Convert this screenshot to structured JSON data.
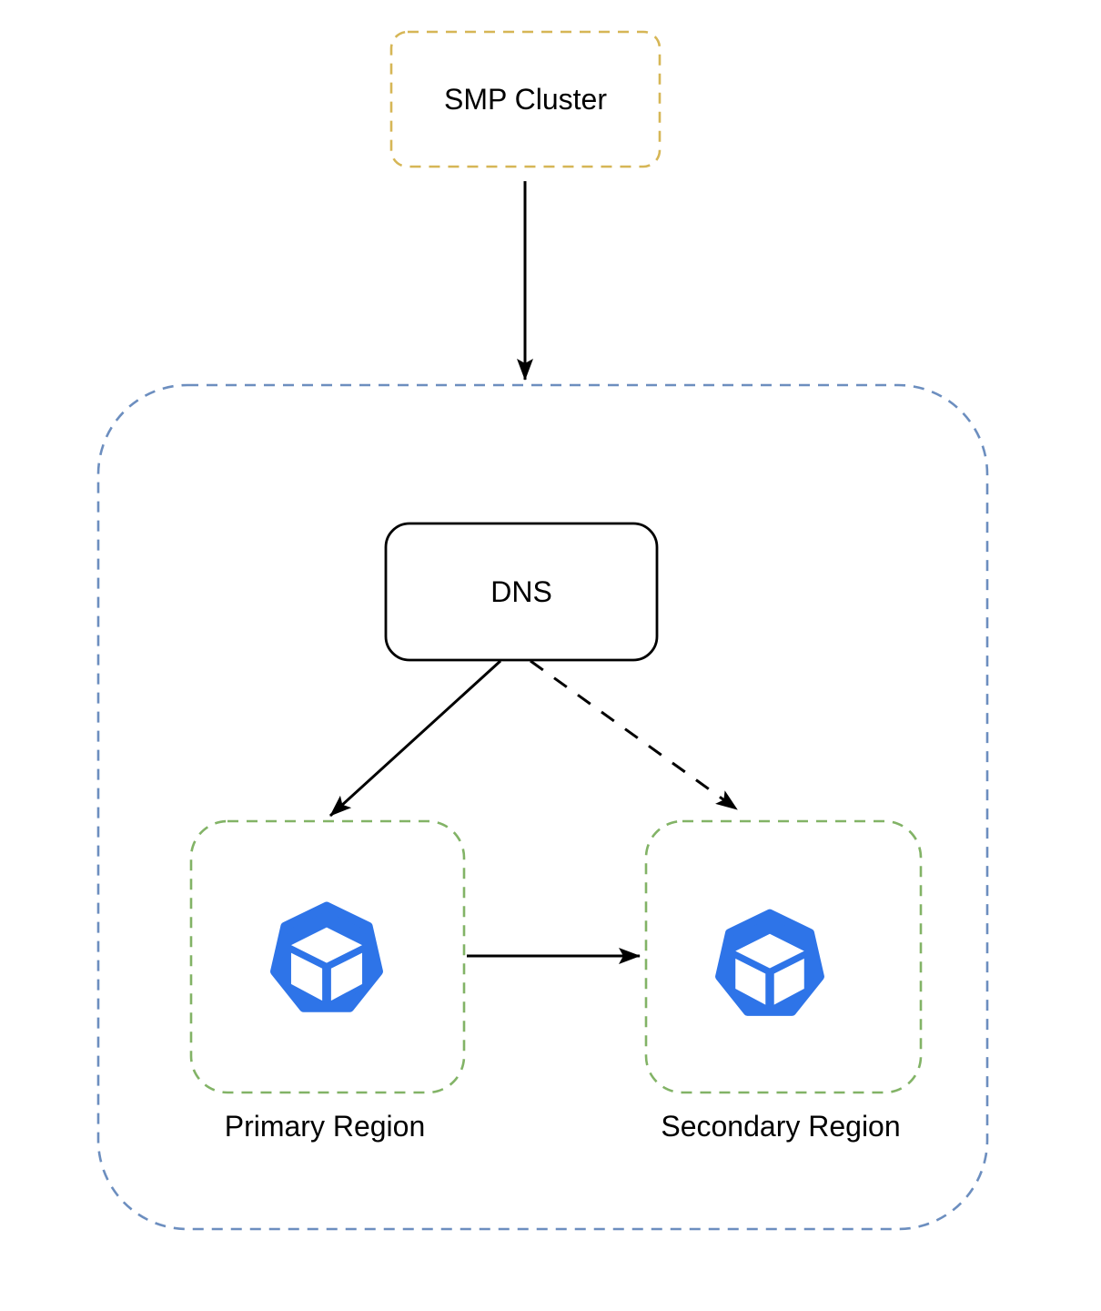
{
  "diagram": {
    "nodes": {
      "smp_cluster": {
        "label": "SMP Cluster"
      },
      "dns": {
        "label": "DNS"
      },
      "regions_container": {
        "label": ""
      },
      "primary_region": {
        "label": "Primary Region",
        "icon": "kubernetes-node-icon"
      },
      "secondary_region": {
        "label": "Secondary Region",
        "icon": "kubernetes-node-icon"
      }
    },
    "edges": [
      {
        "from": "smp_cluster",
        "to": "regions_container",
        "style": "solid",
        "arrowhead": "filled"
      },
      {
        "from": "dns",
        "to": "primary_region",
        "style": "solid",
        "arrowhead": "filled"
      },
      {
        "from": "dns",
        "to": "secondary_region",
        "style": "dashed",
        "arrowhead": "filled"
      },
      {
        "from": "primary_region",
        "to": "secondary_region",
        "style": "solid",
        "arrowhead": "filled"
      }
    ],
    "colors": {
      "smp_border": "#D6B656",
      "container_border": "#6C8EBF",
      "region_border": "#82B366",
      "dns_border": "#000000",
      "arrow": "#000000",
      "icon_blue": "#2E74E8",
      "background": "#FFFFFF",
      "text": "#000000"
    }
  }
}
